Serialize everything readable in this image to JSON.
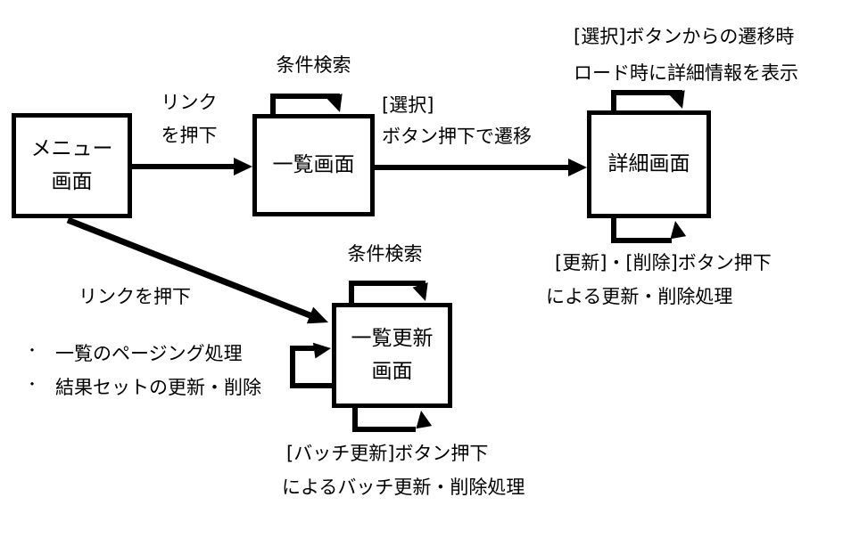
{
  "diagram": {
    "background": "#ffffff",
    "line_color": "#000000",
    "nodes": {
      "menu_screen": {
        "line1": "メニュー",
        "line2": "画面"
      },
      "list_screen": {
        "line1": "一覧画面"
      },
      "detail_screen": {
        "line1": "詳細画面"
      },
      "list_update_screen": {
        "line1": "一覧更新",
        "line2": "画面"
      }
    },
    "edge_labels": {
      "menu_to_list_line1": "リンク",
      "menu_to_list_line2": "を押下",
      "list_self_loop": "条件検索",
      "list_to_detail_line1": "[選択]",
      "list_to_detail_line2": "ボタン押下で遷移",
      "menu_to_list_update": "リンクを押下",
      "list_update_self_loop": "条件検索"
    },
    "annotations": {
      "detail_top_line1": "[選択]ボタンからの遷移時",
      "detail_top_line2": "ロード時に詳細情報を表示",
      "detail_bottom_line1": "[更新]・[削除]ボタン押下",
      "detail_bottom_line2": "による更新・削除処理",
      "list_update_bottom_line1": "[バッチ更新]ボタン押下",
      "list_update_bottom_line2": "によるバッチ更新・削除処理",
      "bullets": [
        {
          "marker": "・",
          "text": "一覧のページング処理"
        },
        {
          "marker": "・",
          "text": "結果セットの更新・削除"
        }
      ]
    }
  }
}
